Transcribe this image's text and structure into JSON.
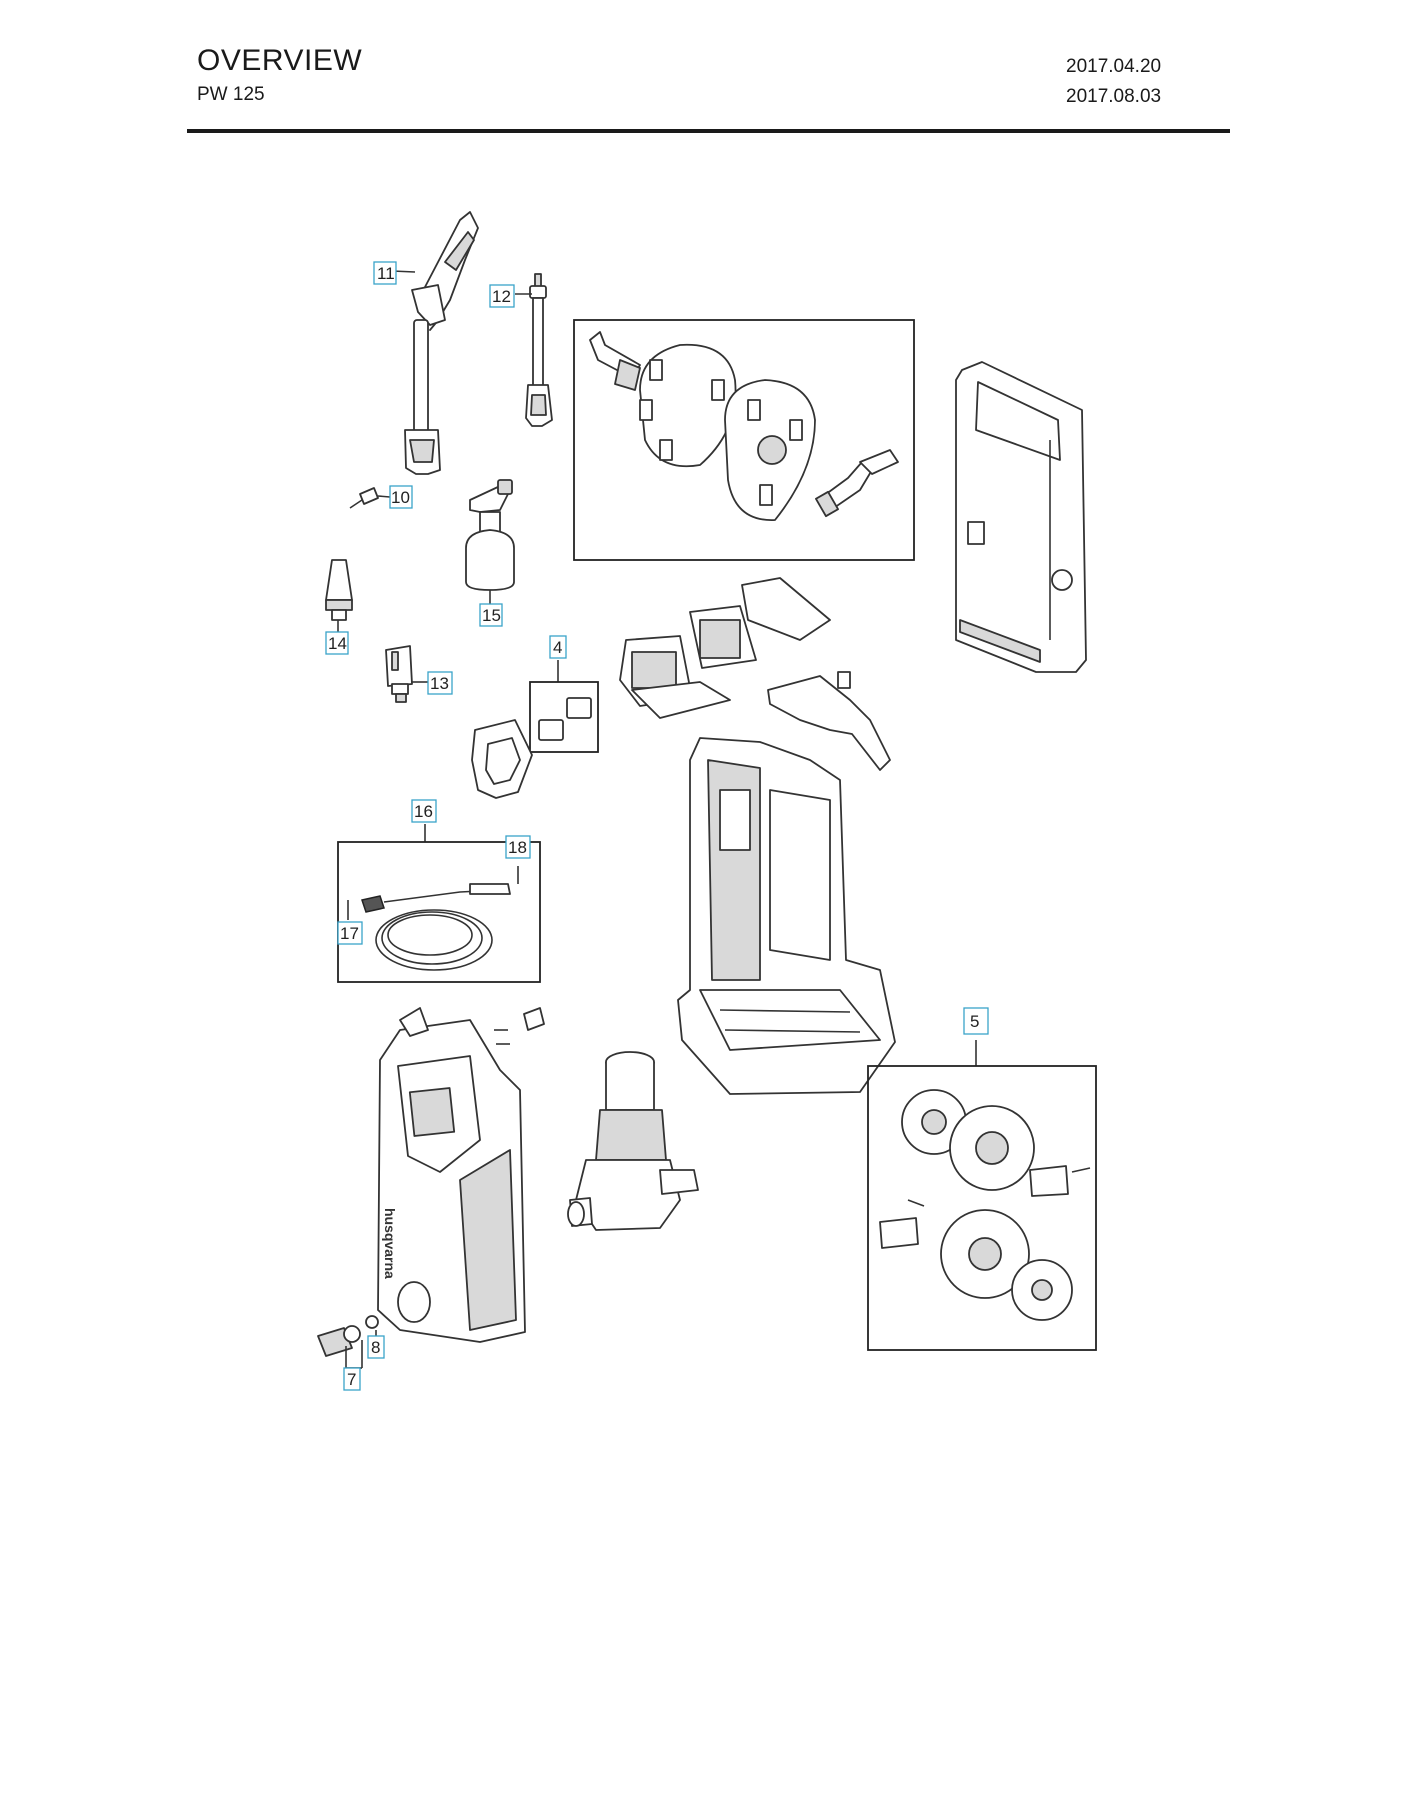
{
  "header": {
    "title": "OVERVIEW",
    "model": "PW 125",
    "date_created": "2017.04.20",
    "date_revised": "2017.08.03"
  },
  "callouts": {
    "c4": "4",
    "c5": "5",
    "c7": "7",
    "c8": "8",
    "c10": "10",
    "c11": "11",
    "c12": "12",
    "c13": "13",
    "c14": "14",
    "c15": "15",
    "c16": "16",
    "c17": "17",
    "c18": "18"
  },
  "brand_mark": "husqvarna",
  "colors": {
    "callout_border": "#3aa3c9",
    "line": "#222222"
  }
}
